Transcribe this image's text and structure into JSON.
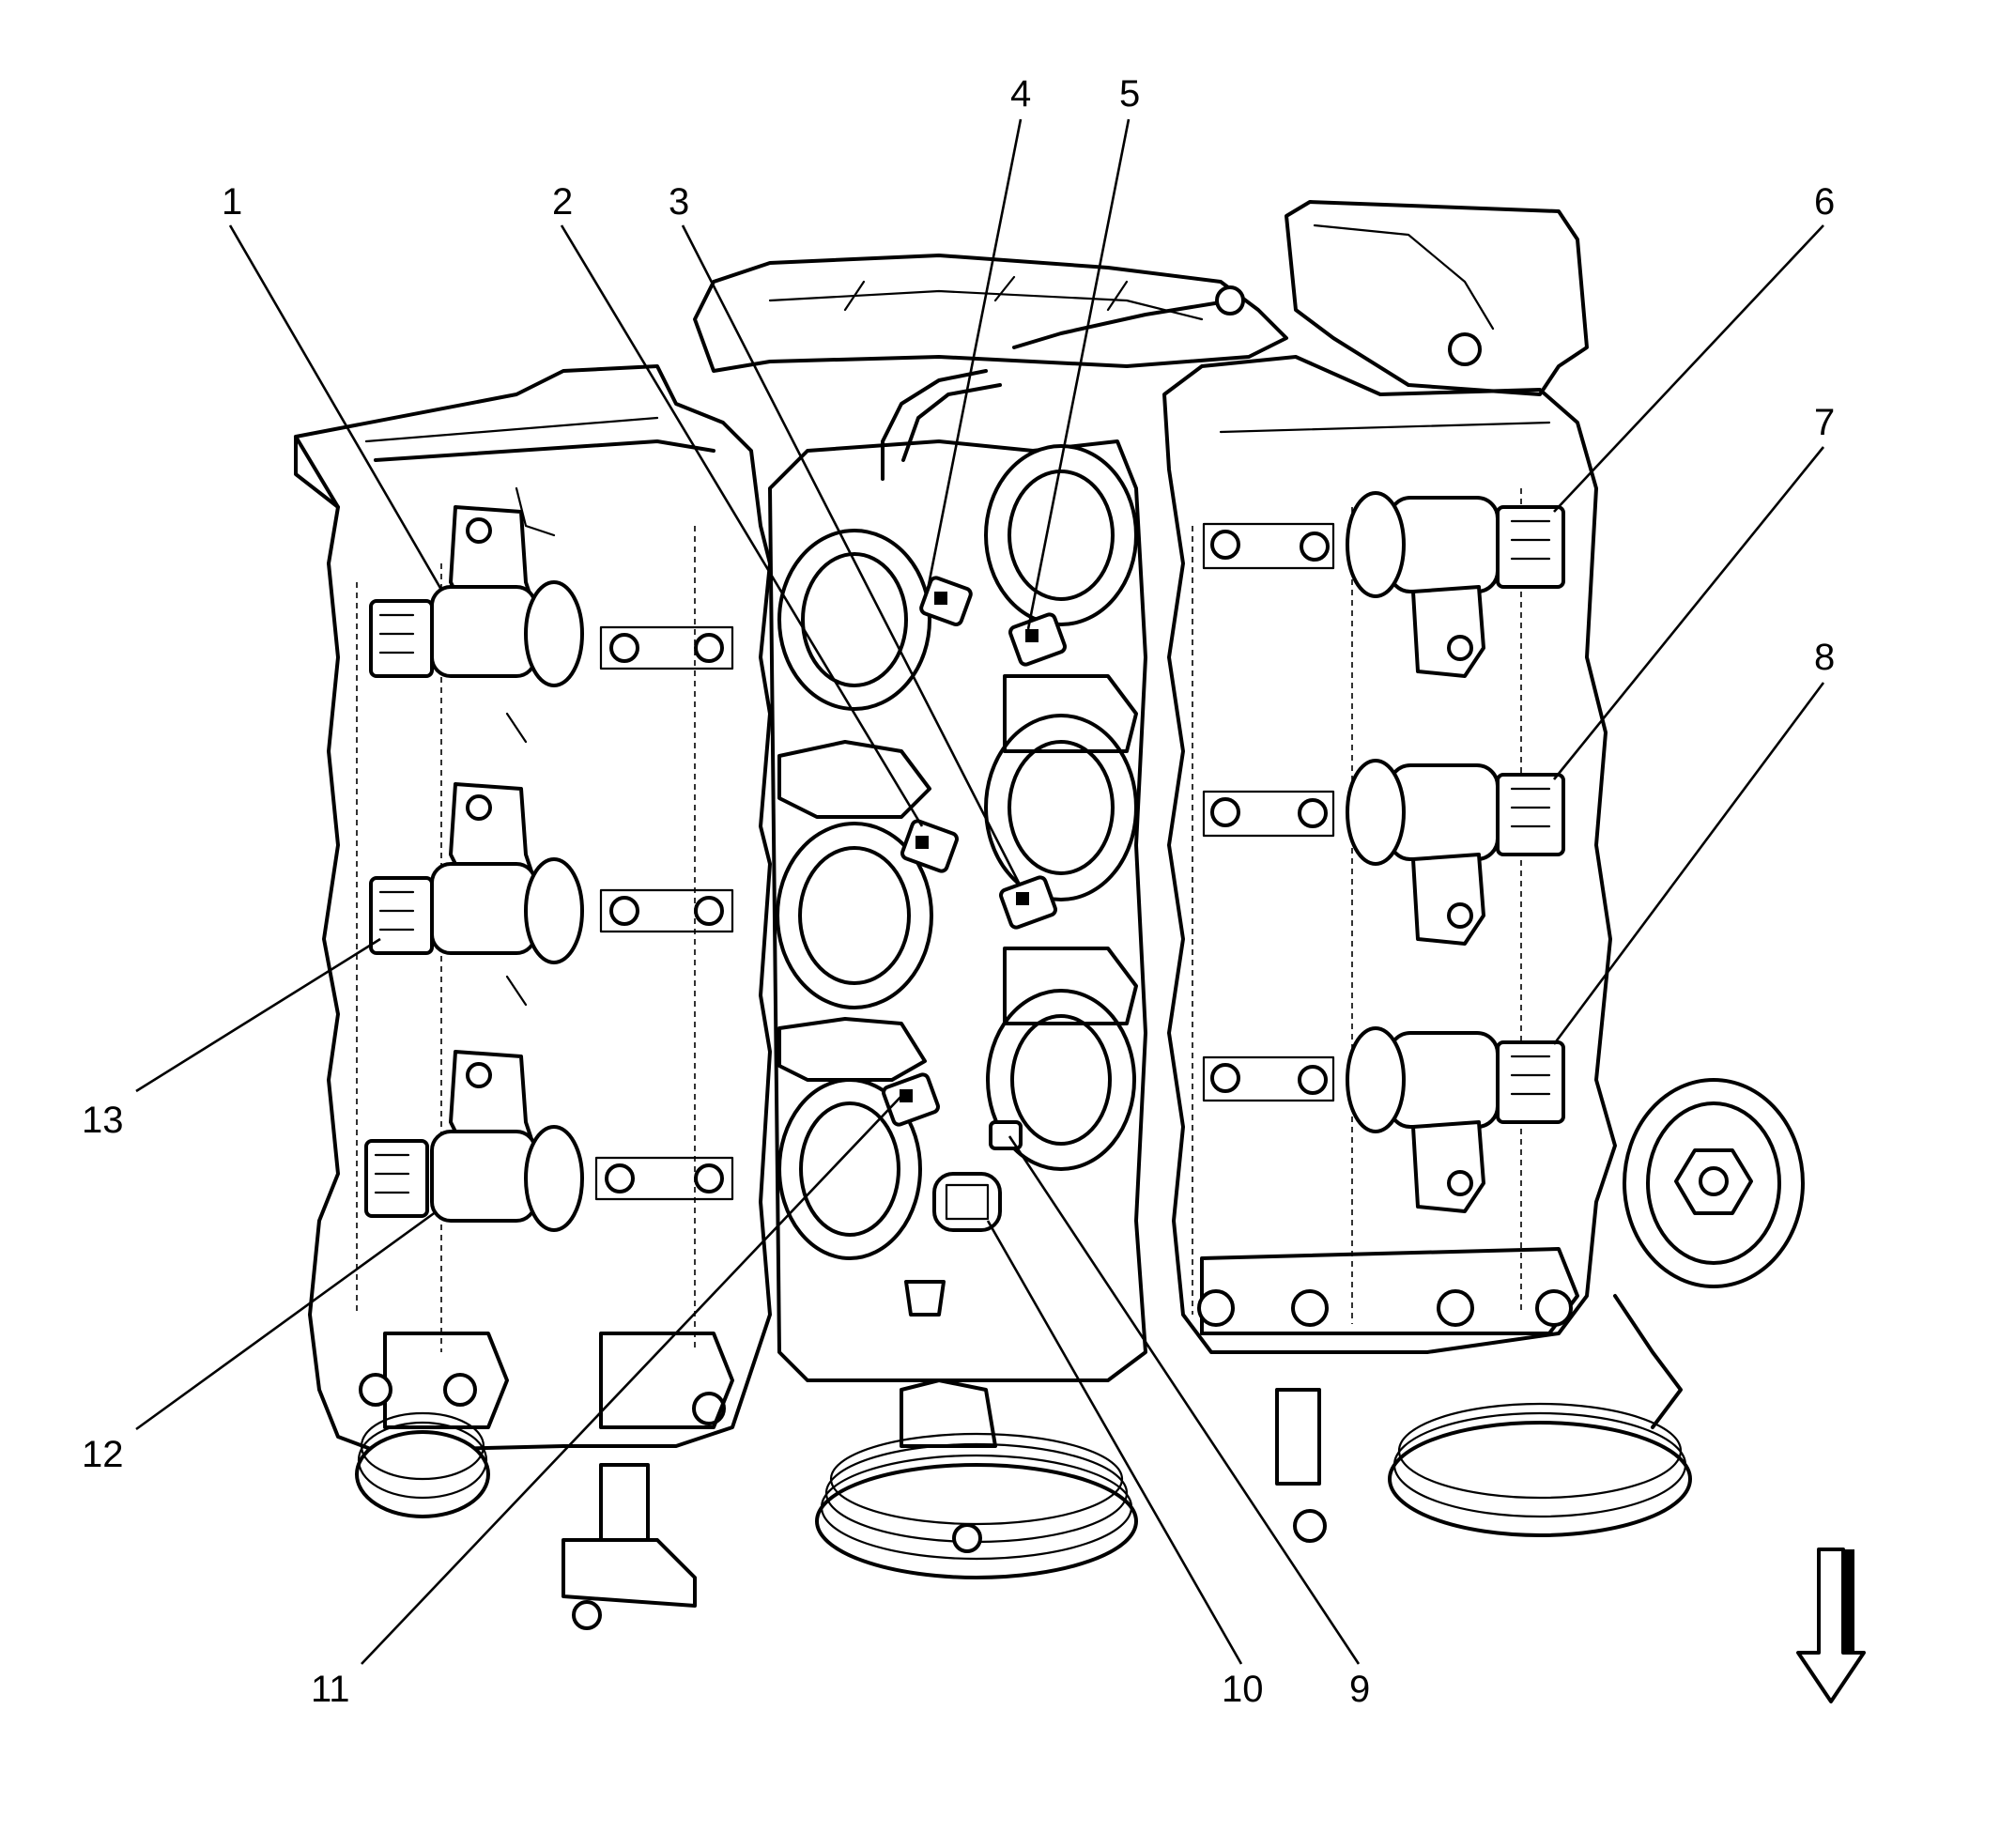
{
  "callouts": [
    {
      "id": "1",
      "label": "1"
    },
    {
      "id": "2",
      "label": "2"
    },
    {
      "id": "3",
      "label": "3"
    },
    {
      "id": "4",
      "label": "4"
    },
    {
      "id": "5",
      "label": "5"
    },
    {
      "id": "6",
      "label": "6"
    },
    {
      "id": "7",
      "label": "7"
    },
    {
      "id": "8",
      "label": "8"
    },
    {
      "id": "9",
      "label": "9"
    },
    {
      "id": "10",
      "label": "10"
    },
    {
      "id": "11",
      "label": "11"
    },
    {
      "id": "12",
      "label": "12"
    },
    {
      "id": "13",
      "label": "13"
    }
  ],
  "icons": {
    "direction_arrow": "down-arrow-icon"
  },
  "colors": {
    "ink": "#000000",
    "background": "#ffffff"
  }
}
